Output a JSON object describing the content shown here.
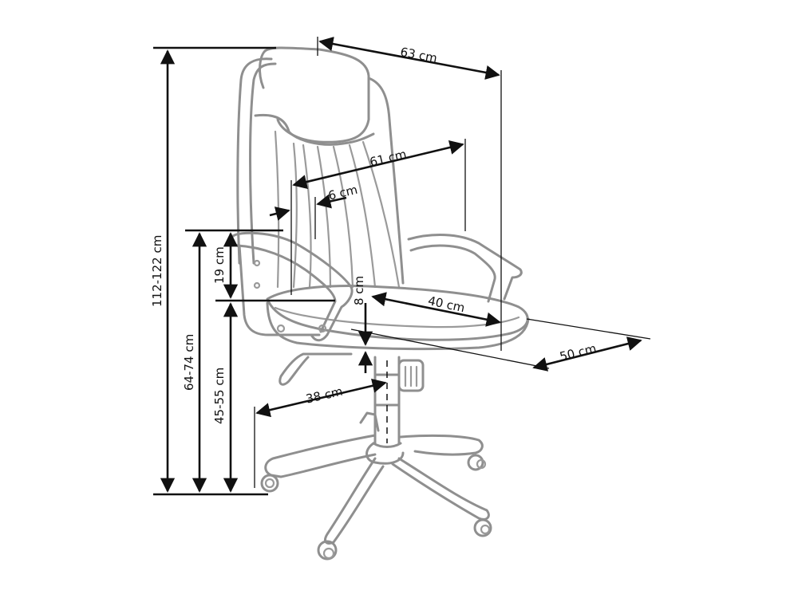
{
  "diagram": {
    "subject": "Office chair dimensions",
    "units": "cm",
    "dimensions": {
      "total_height": "112-122 cm",
      "armrest_height": "64-74 cm",
      "seat_height": "45-55 cm",
      "armrest_above_seat": "19 cm",
      "seat_thickness": "8 cm",
      "overall_width": "63 cm",
      "backrest_width": "61 cm",
      "side_bolster": "6 cm",
      "seat_width": "40 cm",
      "seat_depth": "50 cm",
      "base_radius": "38 cm"
    },
    "colors": {
      "chair_outline": "#8f8f8f",
      "dimension_lines": "#111111",
      "background": "#ffffff"
    }
  }
}
